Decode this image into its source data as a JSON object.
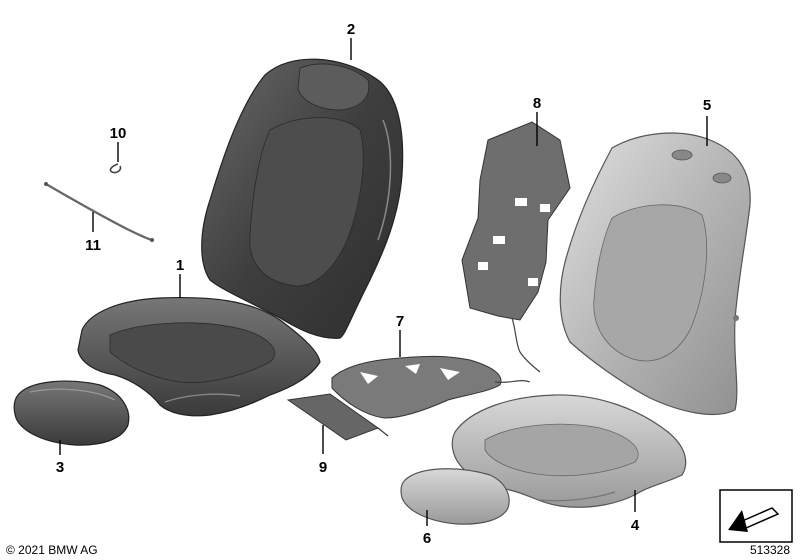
{
  "parts": {
    "p1": {
      "number": "1",
      "name": "seat-cushion-cover"
    },
    "p2": {
      "number": "2",
      "name": "backrest-cover"
    },
    "p3": {
      "number": "3",
      "name": "thigh-support-cover"
    },
    "p4": {
      "number": "4",
      "name": "seat-cushion-foam"
    },
    "p5": {
      "number": "5",
      "name": "backrest-foam"
    },
    "p6": {
      "number": "6",
      "name": "thigh-support-foam"
    },
    "p7": {
      "number": "7",
      "name": "seat-heating-element"
    },
    "p8": {
      "number": "8",
      "name": "backrest-heating-element"
    },
    "p9": {
      "number": "9",
      "name": "insert-pad"
    },
    "p10": {
      "number": "10",
      "name": "hook-clip"
    },
    "p11": {
      "number": "11",
      "name": "tension-wire"
    }
  },
  "footer": {
    "copyright": "© 2021 BMW AG",
    "diagram_number": "513328"
  },
  "colors": {
    "cover_dark": "#4a4a4a",
    "cover_mid": "#6b6b6b",
    "foam_light": "#bdbdbd",
    "heater_mat": "#6e6e6e",
    "line": "#000000"
  }
}
